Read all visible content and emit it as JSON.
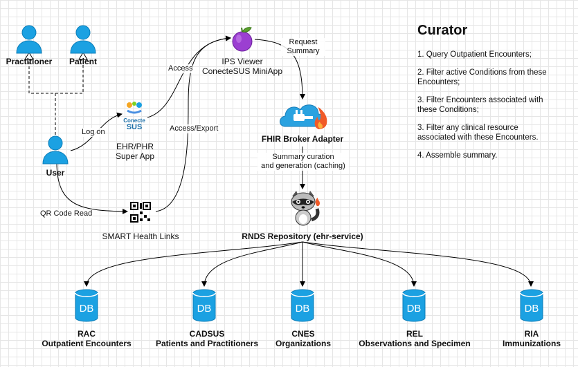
{
  "actors": {
    "practitioner": "Practitioner",
    "patient": "Patient",
    "user": "User"
  },
  "ehr": {
    "logo_line1": "Conecte",
    "logo_line2": "SUS",
    "line1": "EHR/PHR",
    "line2": "Super App"
  },
  "ips": {
    "line1": "IPS Viewer",
    "line2": "ConecteSUS MiniApp"
  },
  "smart": {
    "label": "SMART Health Links"
  },
  "broker": {
    "label": "FHIR Broker Adapter"
  },
  "rnds": {
    "label": "RNDS Repository (ehr-service)"
  },
  "edges": {
    "access": "Access",
    "access_export": "Access/Export",
    "log_on": "Log on",
    "qr": "QR Code Read",
    "request_l1": "Request",
    "request_l2": "Summary",
    "summary_l1": "Summary curation",
    "summary_l2": "and generation (caching)"
  },
  "curator": {
    "title": "Curator",
    "steps": [
      "1. Query Outpatient Encounters;",
      "2. Filter active Conditions from these Encounters;",
      "3. Filter Encounters associated with these Conditions;",
      "3. Filter any clinical resource associated with these Encounters.",
      "4. Assemble summary."
    ]
  },
  "databases": [
    {
      "icon": "DB",
      "name": "RAC",
      "desc": "Outpatient Encounters"
    },
    {
      "icon": "DB",
      "name": "CADSUS",
      "desc": "Patients and Practitioners"
    },
    {
      "icon": "DB",
      "name": "CNES",
      "desc": "Organizations"
    },
    {
      "icon": "DB",
      "name": "REL",
      "desc": "Observations and Specimen"
    },
    {
      "icon": "DB",
      "name": "RIA",
      "desc": "Immunizations"
    }
  ],
  "colors": {
    "actor": "#1ba1e2",
    "db": "#1ba1e2",
    "plug": "#2aa2e0",
    "flame": "#f05a28",
    "line": "#000000"
  }
}
